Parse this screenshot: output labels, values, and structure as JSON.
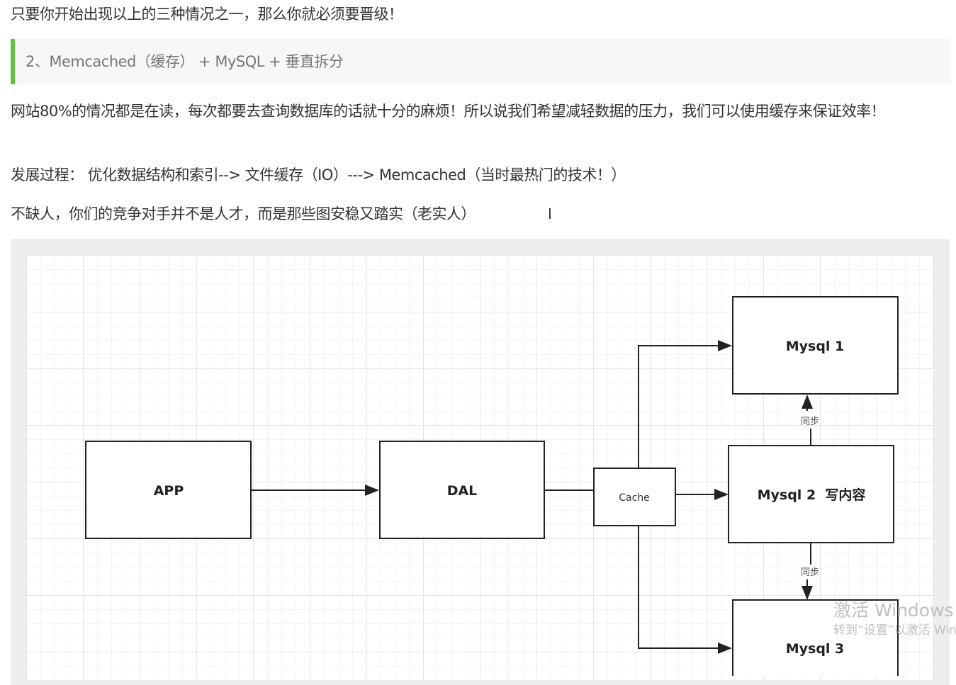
{
  "paragraphs": {
    "p1": "只要你开始出现以上的三种情况之一，那么你就必须要晋级！",
    "heading": "2、Memcached（缓存） + MySQL + 垂直拆分",
    "p2": "网站80%的情况都是在读，每次都要去查询数据库的话就十分的麻烦！所以说我们希望减轻数据的压力，我们可以使用缓存来保证效率！",
    "p3": "发展过程： 优化数据结构和索引--> 文件缓存（IO）---> Memcached（当时最热门的技术！）",
    "p4": "不缺人，你们的竞争对手并不是人才，而是那些图安稳又踏实（老实人）"
  },
  "diagram": {
    "app": "APP",
    "dal": "DAL",
    "cache": "Cache",
    "mysql1": "Mysql 1",
    "mysql2": "Mysql 2  写内容",
    "mysql3": "Mysql 3",
    "sync1": "同步",
    "sync2": "同步"
  },
  "watermark": {
    "line1": "激活 Windows",
    "line2": "转到“设置”以激活 Windows。"
  }
}
